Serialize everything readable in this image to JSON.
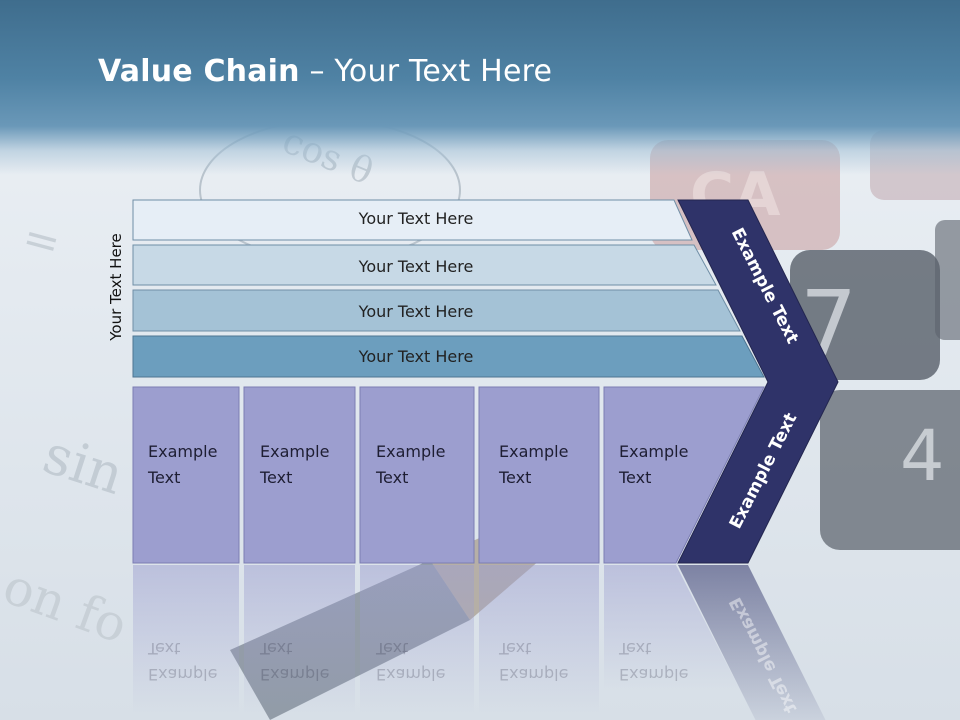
{
  "slide": {
    "title_bold": "Value Chain",
    "title_rest": " – Your Text Here",
    "side_label": "Your Text Here"
  },
  "rows": [
    {
      "label": "Your Text Here"
    },
    {
      "label": "Your Text Here"
    },
    {
      "label": "Your Text Here"
    },
    {
      "label": "Your Text Here"
    }
  ],
  "columns": [
    {
      "line1": "Example",
      "line2": "Text"
    },
    {
      "line1": "Example",
      "line2": "Text"
    },
    {
      "line1": "Example",
      "line2": "Text"
    },
    {
      "line1": "Example",
      "line2": "Text"
    },
    {
      "line1": "Example",
      "line2": "Text"
    }
  ],
  "arrow": {
    "upper_label": "Example Text",
    "lower_label": "Example Text"
  },
  "colors": {
    "header": "#4f82a4",
    "row1": "#e6eef6",
    "row2": "#c7d9e6",
    "row3": "#a4c2d6",
    "row4": "#6c9ebe",
    "column": "#9c9ecf",
    "arrow": "#2f3369"
  }
}
